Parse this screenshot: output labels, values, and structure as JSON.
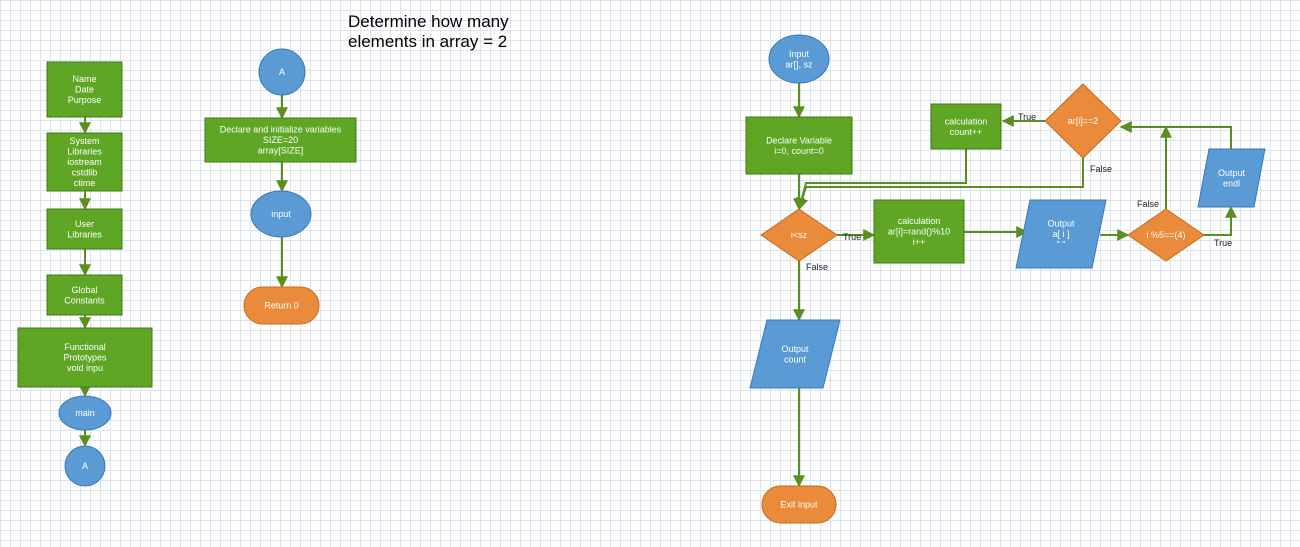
{
  "title": "Determine how many\nelements in array = 2",
  "colors": {
    "process_fill": "#5ea624",
    "process_stroke": "#3f7a16",
    "terminal_fill": "#e98b3a",
    "terminal_stroke": "#c46a1e",
    "io_fill": "#5b9bd5",
    "io_stroke": "#3a78b5",
    "decision_fill": "#e98b3a",
    "connector": "#5a8f1e"
  },
  "nodes": [
    {
      "id": "name_date",
      "type": "process",
      "name": "process-name-date-purpose",
      "lines": [
        "Name",
        "Date",
        "Purpose"
      ]
    },
    {
      "id": "sys_libs",
      "type": "process",
      "name": "process-system-libraries",
      "lines": [
        "System",
        "Libraries",
        "iostream",
        "cstdlib",
        "ctime"
      ]
    },
    {
      "id": "user_libs",
      "type": "process",
      "name": "process-user-libraries",
      "lines": [
        "User",
        "Libraries"
      ]
    },
    {
      "id": "global_const",
      "type": "process",
      "name": "process-global-constants",
      "lines": [
        "Global",
        "Constants"
      ]
    },
    {
      "id": "func_proto",
      "type": "process",
      "name": "process-functional-prototypes",
      "lines": [
        "Functional",
        "Prototypes",
        "void inpu"
      ]
    },
    {
      "id": "main",
      "type": "io_ellipse",
      "name": "main-ellipse",
      "lines": [
        "main"
      ]
    },
    {
      "id": "conn_a1",
      "type": "connector",
      "name": "connector-a-left",
      "lines": [
        "A"
      ]
    },
    {
      "id": "conn_a2",
      "type": "connector",
      "name": "connector-a-top",
      "lines": [
        "A"
      ]
    },
    {
      "id": "declare_init",
      "type": "process",
      "name": "process-declare-initialize",
      "lines": [
        "Declare and initialize variables",
        "SIZE=20",
        "array[SIZE]"
      ]
    },
    {
      "id": "input_call",
      "type": "io_ellipse",
      "name": "input-ellipse",
      "lines": [
        "input"
      ]
    },
    {
      "id": "return0",
      "type": "terminal",
      "name": "terminal-return-0",
      "lines": [
        "Return 0"
      ]
    },
    {
      "id": "input_start",
      "type": "io_ellipse",
      "name": "input-start-ellipse",
      "lines": [
        "Input",
        "ar[], sz"
      ]
    },
    {
      "id": "declare_var",
      "type": "process",
      "name": "process-declare-variable",
      "lines": [
        "Declare Variable",
        "i=0, count=0"
      ]
    },
    {
      "id": "dec_i_sz",
      "type": "decision",
      "name": "decision-i-less-sz",
      "lines": [
        "i<sz"
      ]
    },
    {
      "id": "calc_rand",
      "type": "process",
      "name": "process-calculation-rand",
      "lines": [
        "calculation",
        "ar[i]=rand()%10",
        "i++"
      ]
    },
    {
      "id": "output_ai",
      "type": "io",
      "name": "output-a-i",
      "lines": [
        "Output",
        "a[ i ]",
        "\" \""
      ]
    },
    {
      "id": "dec_mod5",
      "type": "decision",
      "name": "decision-i-mod-5",
      "lines": [
        "i %5==(4)"
      ]
    },
    {
      "id": "output_endl",
      "type": "io",
      "name": "output-endl",
      "lines": [
        "Output",
        "endl"
      ]
    },
    {
      "id": "dec_ari2",
      "type": "decision",
      "name": "decision-ar-i-equals-2",
      "lines": [
        "ar[i]==2"
      ]
    },
    {
      "id": "calc_count",
      "type": "process",
      "name": "process-calculation-count",
      "lines": [
        "calculation",
        "count++"
      ]
    },
    {
      "id": "output_count",
      "type": "io",
      "name": "output-count",
      "lines": [
        "Output",
        "count"
      ]
    },
    {
      "id": "exit_input",
      "type": "terminal",
      "name": "terminal-exit-input",
      "lines": [
        "Exit input"
      ]
    }
  ],
  "edge_labels": [
    {
      "id": "lbl_true_isz",
      "text": "True"
    },
    {
      "id": "lbl_false_isz",
      "text": "False"
    },
    {
      "id": "lbl_true_mod5",
      "text": "True"
    },
    {
      "id": "lbl_false_mod5",
      "text": "False"
    },
    {
      "id": "lbl_true_ari2",
      "text": "True"
    },
    {
      "id": "lbl_false_ari2",
      "text": "False"
    }
  ]
}
